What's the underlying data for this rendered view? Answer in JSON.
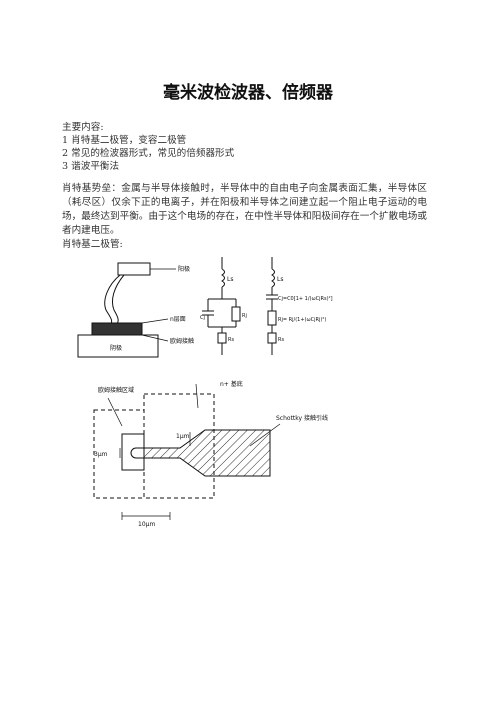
{
  "doc": {
    "title": "毫米波检波器、倍频器",
    "intro_label": "主要内容:",
    "items": [
      "1  肖特基二极管，变容二极管",
      "2  常见的检波器形式，常见的倍频器形式",
      "3  谐波平衡法"
    ],
    "paragraph": "肖特基势垒：金属与半导体接触时，半导体中的自由电子向金属表面汇集，半导体区（耗尽区）仅余下正的电离子，并在阳极和半导体之间建立起一个阻止电子运动的电场，最终达到平衡。由于这个电场的存在，在中性半导体和阳极间存在一个扩散电场或者内建电压。",
    "subheading": "肖特基二极管:"
  },
  "figure1": {
    "label_anode": "阳极",
    "label_nlayer": "n层面",
    "label_ohmic": "欧姆接触",
    "label_cathode": "阴极",
    "circuit_ls": "Ls",
    "circuit_cj": "Cj",
    "circuit_rj": "Rj",
    "circuit_rs": "Rs",
    "circuit2_ls": "Ls",
    "circuit2_cj_formula": "Cj=C0[1+ 1/(ωCjRs)²]",
    "circuit2_rj_formula": "Rj= Rj/(1+(ωCjRj)²)",
    "circuit2_rs": "Rs"
  },
  "figure2": {
    "label_finger": "欧姆接触区域",
    "label_substrate": "n+ 基底",
    "label_schottky": "Schottky 接触引线",
    "dim_1um": "1μm",
    "dim_3um": "3μm",
    "dim_10um": "10μm"
  }
}
